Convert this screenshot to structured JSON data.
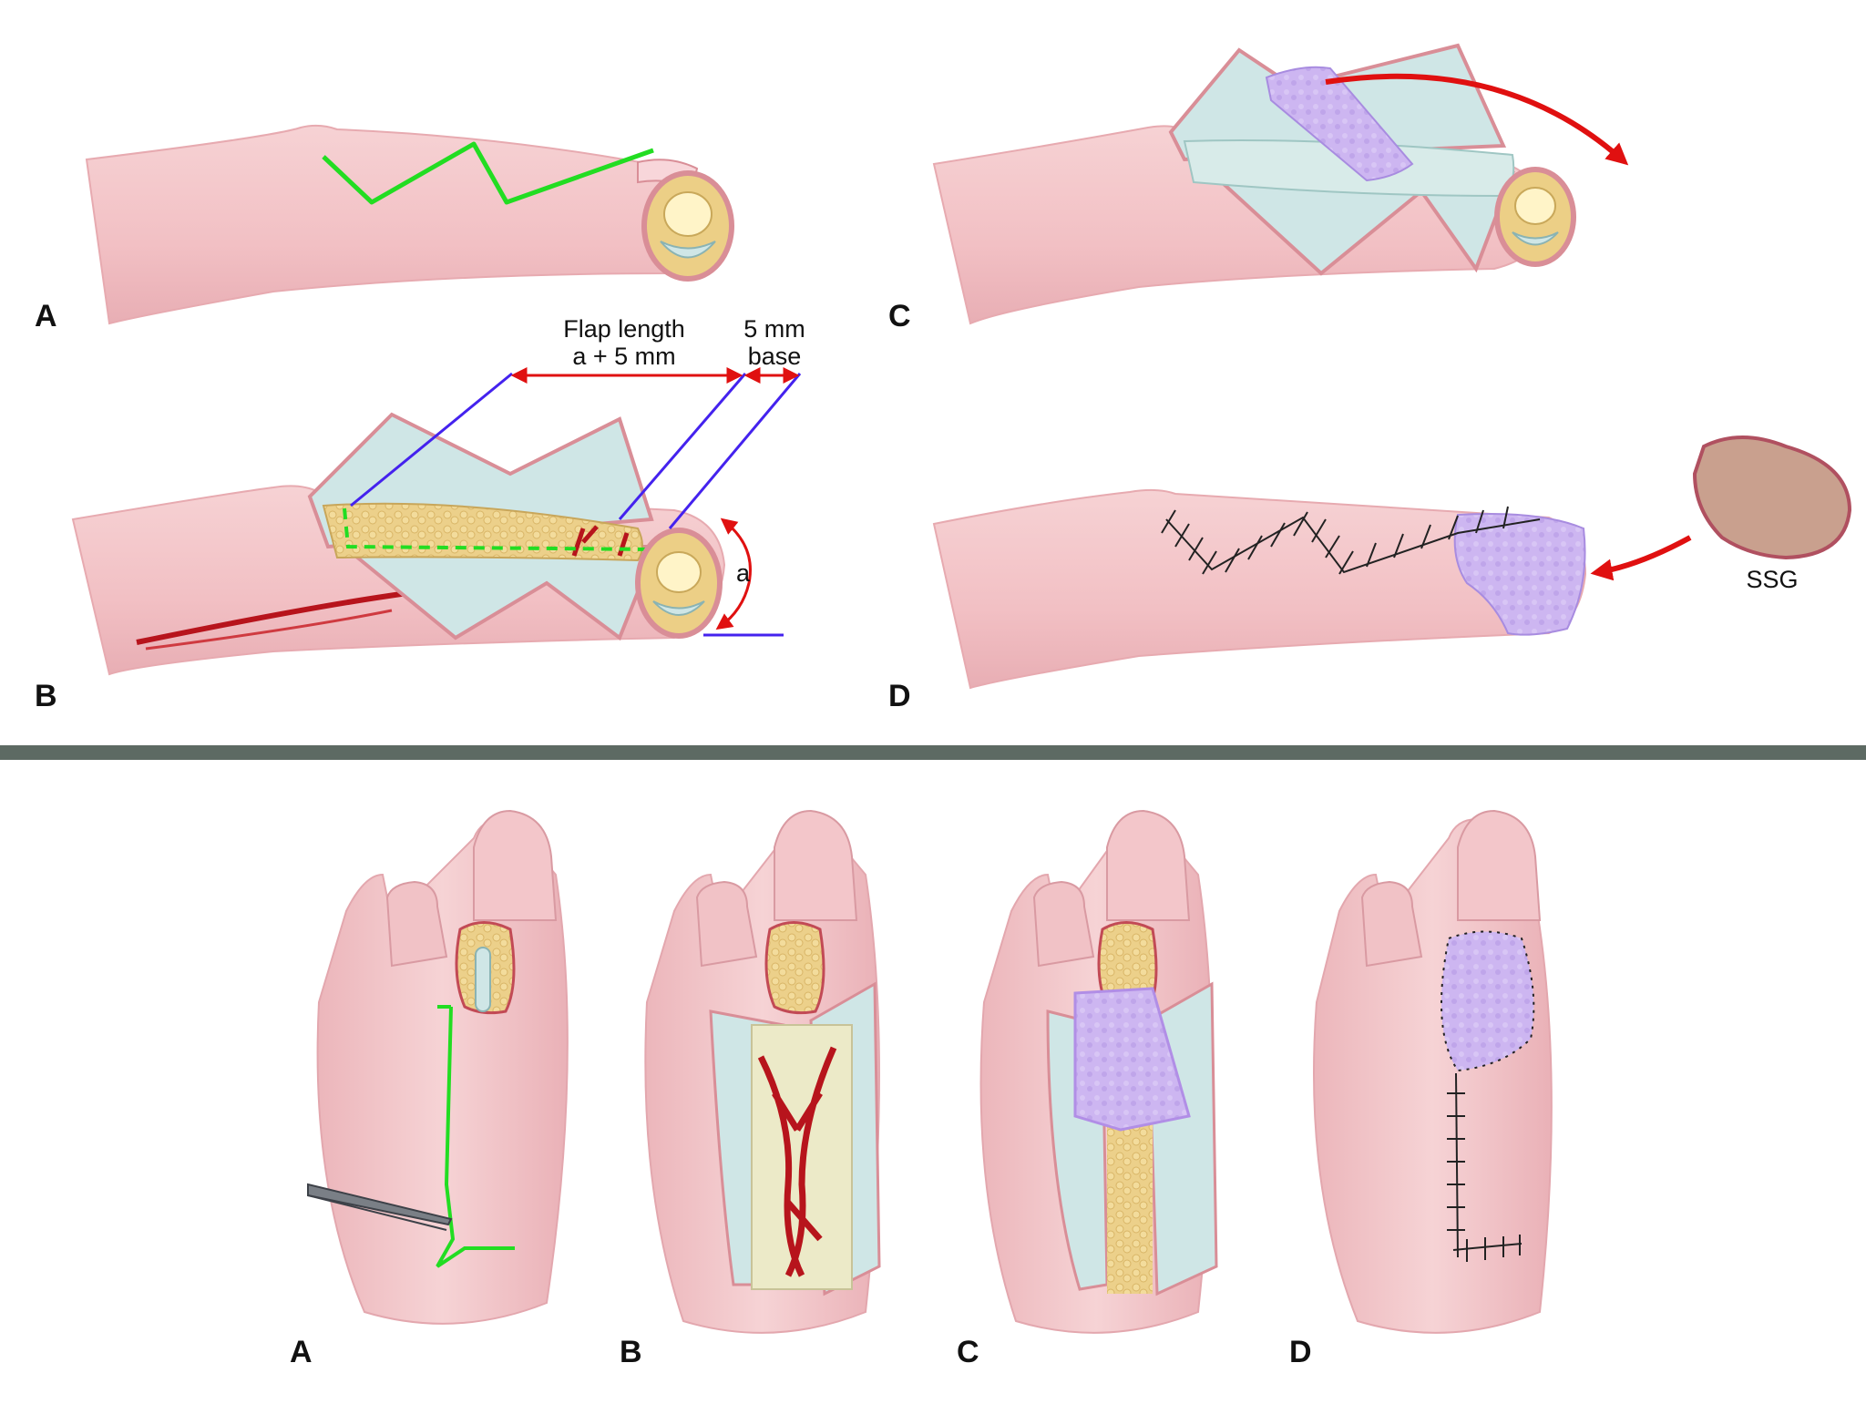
{
  "figure_top": {
    "panels": [
      {
        "letter": "A"
      },
      {
        "letter": "B"
      },
      {
        "letter": "C"
      },
      {
        "letter": "D"
      }
    ],
    "annotations": {
      "flap_length_line1": "Flap length",
      "flap_length_line2": "a + 5 mm",
      "base_line1": "5 mm",
      "base_line2": "base",
      "a_label": "a",
      "ssg_label": "SSG"
    }
  },
  "figure_bottom": {
    "panels": [
      {
        "letter": "A"
      },
      {
        "letter": "B"
      },
      {
        "letter": "C"
      },
      {
        "letter": "D"
      }
    ]
  },
  "colors": {
    "skin": "#f3c4c7",
    "skin_edge": "#d98e97",
    "fascia": "#cfe6e6",
    "fat": "#eccf86",
    "graft": "#cbb3f0",
    "incision": "#22dd22",
    "vessel": "#b7141c",
    "arrow": "#e01010",
    "measure": "#4422ee",
    "divider": "#5d6a63"
  },
  "icons": [
    "forceps-icon"
  ]
}
